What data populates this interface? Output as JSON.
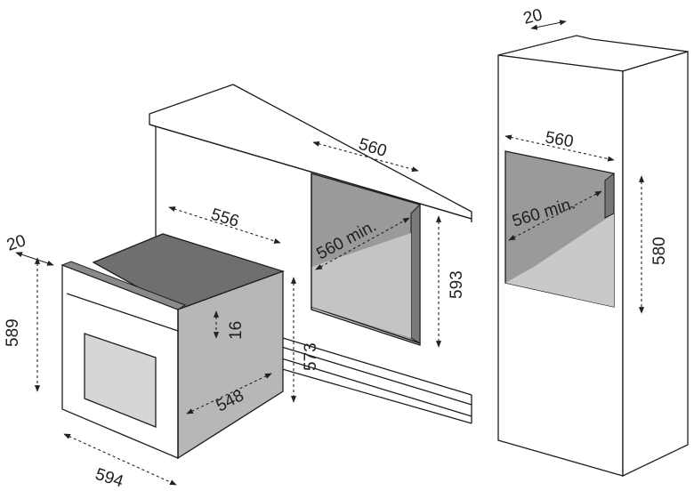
{
  "colors": {
    "outline": "#1e1e1e",
    "oven_top": "#6f6f6f",
    "oven_side": "#b7b7b7",
    "oven_front": "#ffffff",
    "oven_edge": "#8a8a8a",
    "door_window": "#d6d6d6",
    "cavity_back": "#9a9a9a",
    "cavity_floor": "#c9c9c9",
    "cavity_side": "#777777",
    "column_face": "#ffffff"
  },
  "icons": [
    "dimension-arrow"
  ],
  "oven": {
    "dim_depth_top": "556",
    "dim_height_total": "589",
    "dim_front_offset": "20",
    "dim_body_step": "16",
    "dim_body_depth": "548",
    "dim_width": "594"
  },
  "countertop_cutout": {
    "dim_height": "573",
    "dim_width": "560",
    "dim_depth_min": "560 min.",
    "dim_opening_height": "593"
  },
  "column_cutout": {
    "dim_wall_offset": "20",
    "dim_width": "560",
    "dim_depth_min": "560 min.",
    "dim_height": "580"
  }
}
